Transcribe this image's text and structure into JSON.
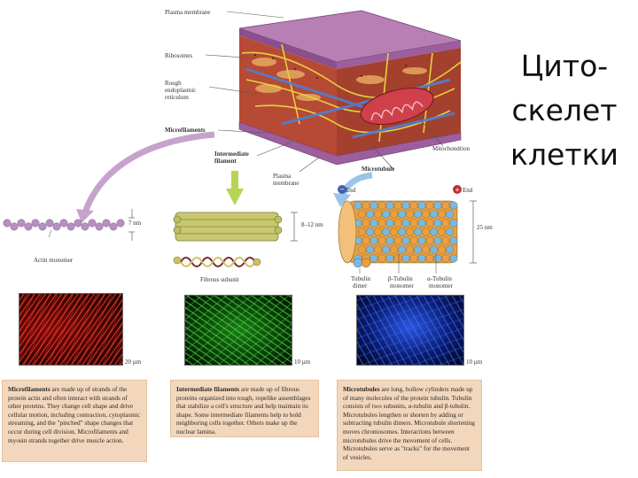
{
  "title": {
    "line1": "Цито-",
    "line2": "скелет",
    "line3": "клетки"
  },
  "labels": {
    "plasma_membrane_top": "Plasma membrane",
    "ribosomes": "Ribosomes",
    "rough_er_1": "Rough",
    "rough_er_2": "endoplasmic",
    "rough_er_3": "reticulum",
    "microfilaments": "Microfilaments",
    "intermediate_filament_1": "Intermediate",
    "intermediate_filament_2": "filament",
    "plasma_membrane_2a": "Plasma",
    "plasma_membrane_2b": "membrane",
    "mitochondrion": "Mitochondrion",
    "microtubule": "Microtubule",
    "minus_end": "End",
    "plus_end": "End",
    "seven_nm": "7 nm",
    "eight_twelve_nm": "8–12 nm",
    "twentyfive_nm": "25 nm",
    "actin_monomer": "Actin monomer",
    "fibrous_subunit": "Fibrous subunit",
    "tubulin_dimer_1": "Tubulin",
    "tubulin_dimer_2": "dimer",
    "beta_tubulin_1": "β-Tubulin",
    "beta_tubulin_2": "monomer",
    "alpha_tubulin_1": "α-Tubulin",
    "alpha_tubulin_2": "monomer"
  },
  "scales": {
    "s1": "20 µm",
    "s2": "10 µm",
    "s3": "10 µm"
  },
  "descriptions": {
    "microfilaments": {
      "bold": "Microfilaments",
      "text": " are made up of strands of the protein actin and often interact with strands of other proteins. They change cell shape and drive cellular motion, including contraction, cytoplasmic streaming, and the \"pinched\" shape changes that occur during cell division. Microfilaments and myosin strands together drive muscle action."
    },
    "intermediate": {
      "bold": "Intermediate filaments",
      "text": " are made up of fibrous proteins organized into tough, ropelike assemblages that stabilize a cell's structure and help maintain its shape. Some intermediate filaments help to hold neighboring cells together. Others make up the nuclear lamina."
    },
    "microtubules": {
      "bold": "Microtubules",
      "text": " are long, hollow cylinders made up of many molecules of the protein tubulin. Tubulin consists of two subunits, α-tubulin and β-tubulin. Microtubules lengthen or shorten by adding or subtracting tubulin dimers. Microtubule shortening moves chromosomes. Interactions between microtubules drive the movement of cells. Microtubules serve as \"tracks\" for the movement of vesicles."
    }
  },
  "colors": {
    "membrane": "#b77fb4",
    "membrane_dark": "#8a4f8c",
    "cytoplasm": "#c0553a",
    "mitochondrion": "#d0404a",
    "microfilament_micro": "#e0201a",
    "intermediate_micro": "#2fb82a",
    "microtubule_micro": "#1e5cff",
    "alpha_tubulin": "#7ab8e0",
    "beta_tubulin": "#e8a040",
    "actin": "#b88fc2",
    "box": "#f3d7bd"
  }
}
